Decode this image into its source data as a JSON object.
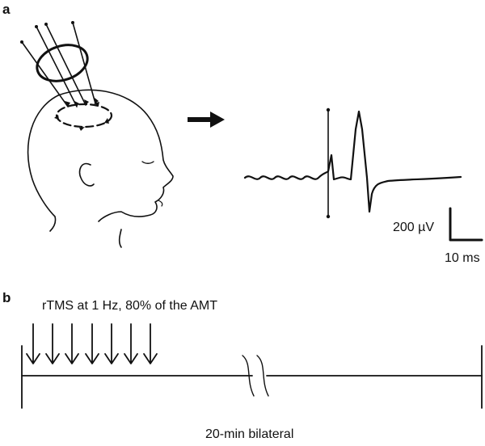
{
  "panel_a": {
    "label": "a",
    "scale_amplitude": "200 µV",
    "scale_time": "10 ms"
  },
  "panel_b": {
    "label": "b",
    "stimulus_text": "rTMS at 1 Hz, 80% of the AMT",
    "duration_text": "20-min bilateral"
  },
  "colors": {
    "ink": "#111111",
    "background": "#ffffff"
  },
  "icons": [
    "tms-coil",
    "head-outline",
    "induced-current-arrows",
    "transition-arrow",
    "mep-waveform",
    "scale-bar",
    "pulse-arrows",
    "timeline"
  ]
}
